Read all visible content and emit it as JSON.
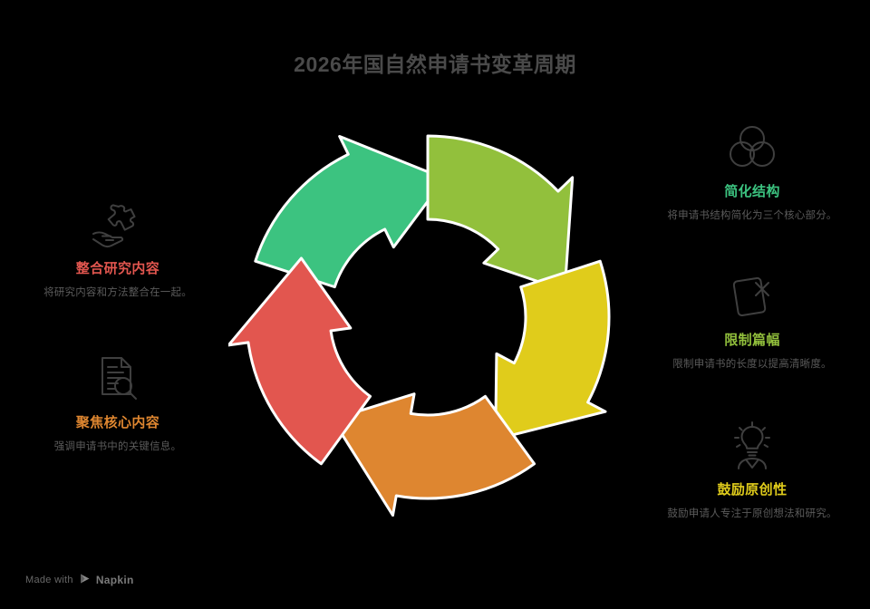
{
  "title": "2026年国自然申请书变革周期",
  "footer": {
    "made_with": "Made with",
    "brand": "Napkin",
    "logo_icon": "napkin-play-icon"
  },
  "colors": {
    "green": "#3cc380",
    "yellow_green": "#92c03c",
    "yellow": "#e0cc1b",
    "orange": "#de8630",
    "red": "#e2564f",
    "title": "#4a4a4a",
    "description": "#5a5a5a",
    "icon_stroke": "#3f3f3f",
    "background": "#000000",
    "segment_outline": "#ffffff"
  },
  "items": [
    {
      "id": "integrate",
      "side": "left",
      "title": "整合研究内容",
      "description": "将研究内容和方法整合在一起。",
      "color": "#e2564f",
      "icon": "hand-puzzle-icon"
    },
    {
      "id": "focus",
      "side": "left",
      "title": "聚焦核心内容",
      "description": "强调申请书中的关键信息。",
      "color": "#de8630",
      "icon": "document-search-icon"
    },
    {
      "id": "simplify",
      "side": "right",
      "title": "简化结构",
      "description": "将申请书结构简化为三个核心部分。",
      "color": "#3cc380",
      "icon": "venn-three-circles-icon"
    },
    {
      "id": "limit",
      "side": "right",
      "title": "限制篇幅",
      "description": "限制申请书的长度以提高清晰度。",
      "color": "#92c03c",
      "icon": "page-cross-icon"
    },
    {
      "id": "original",
      "side": "right",
      "title": "鼓励原创性",
      "description": "鼓励申请人专注于原创想法和研究。",
      "color": "#e0cc1b",
      "icon": "lightbulb-person-icon"
    }
  ],
  "chart_data": {
    "type": "cycle-diagram",
    "segment_count": 5,
    "segments": [
      {
        "label": "简化结构",
        "color": "#3cc380",
        "start_angle": -72,
        "end_angle": 0
      },
      {
        "label": "限制篇幅",
        "color": "#92c03c",
        "start_angle": 0,
        "end_angle": 72
      },
      {
        "label": "鼓励原创性",
        "color": "#e0cc1b",
        "start_angle": 72,
        "end_angle": 144
      },
      {
        "label": "聚焦核心内容",
        "color": "#de8630",
        "start_angle": 144,
        "end_angle": 216
      },
      {
        "label": "整合研究内容",
        "color": "#e2564f",
        "start_angle": 216,
        "end_angle": 288
      }
    ],
    "outer_radius": 200,
    "inner_radius": 108,
    "direction": "clockwise"
  }
}
